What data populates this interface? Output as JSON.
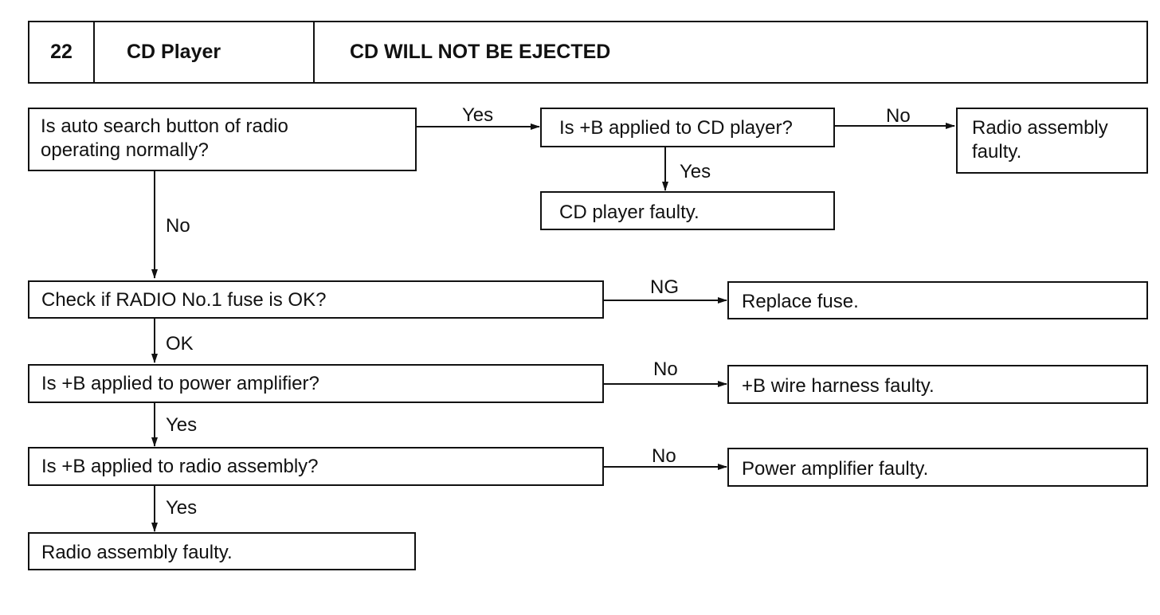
{
  "header": {
    "number": "22",
    "category": "CD Player",
    "title": "CD WILL NOT BE EJECTED"
  },
  "nodes": {
    "q_auto_search": "Is auto search button of radio\noperating normally?",
    "q_b_cd_player": "Is +B applied to CD player?",
    "r_radio_faulty_top": "Radio assembly\nfaulty.",
    "r_cd_player_faulty": "CD player faulty.",
    "q_fuse": "Check if RADIO No.1 fuse is OK?",
    "r_replace_fuse": "Replace fuse.",
    "q_b_power_amp": "Is +B applied to power amplifier?",
    "r_wire_harness": "+B wire harness faulty.",
    "q_b_radio": "Is +B applied to radio assembly?",
    "r_power_amp_faulty": "Power amplifier faulty.",
    "r_radio_faulty_bottom": "Radio assembly faulty."
  },
  "edge_labels": {
    "yes_to_cd_check": "Yes",
    "no_to_radio_faulty": "No",
    "yes_to_cd_faulty": "Yes",
    "no_to_fuse": "No",
    "ng_replace": "NG",
    "ok_next": "OK",
    "no_wire": "No",
    "yes_radio_check": "Yes",
    "no_amp": "No",
    "yes_radio_faulty": "Yes"
  },
  "colors": {
    "ink": "#111111",
    "background": "#ffffff"
  }
}
